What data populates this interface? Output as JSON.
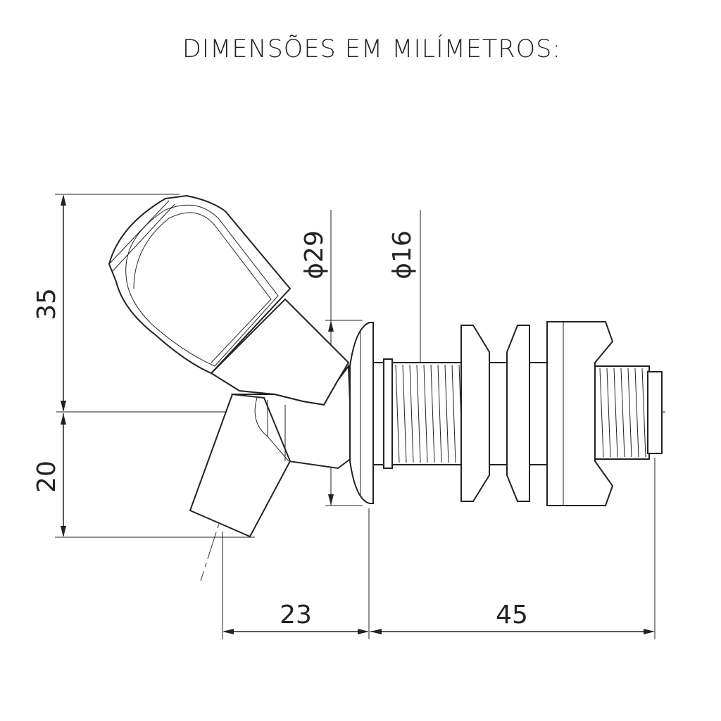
{
  "title": "DIMENSÕES EM MILÍMETROS:",
  "dimensions": {
    "handle_height": "35",
    "spout_height": "20",
    "flange_diameter": "ϕ29",
    "thread_diameter": "ϕ16",
    "spout_offset": "23",
    "thread_length": "45"
  },
  "colors": {
    "line": "#222222",
    "background": "#ffffff"
  }
}
